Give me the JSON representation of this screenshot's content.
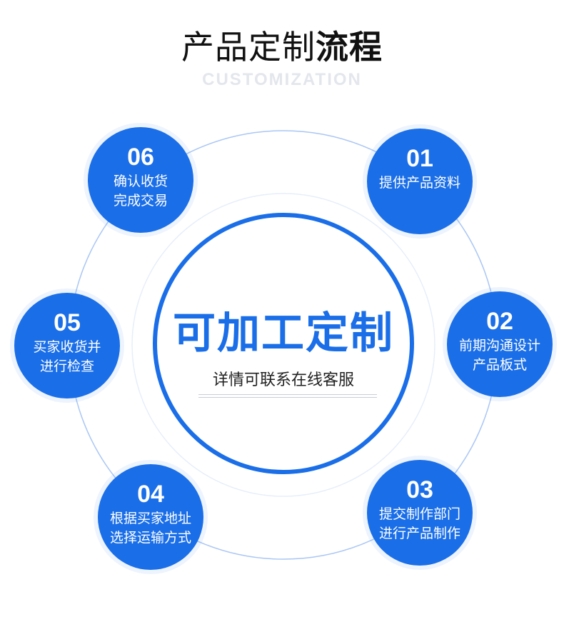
{
  "header": {
    "title_light": "产品定制",
    "title_bold": "流程",
    "subtitle": "CUSTOMIZATION"
  },
  "center": {
    "title": "可加工定制",
    "subtitle": "详情可联系在线客服"
  },
  "steps": [
    {
      "num": "01",
      "line1": "提供产品资料",
      "line2": ""
    },
    {
      "num": "02",
      "line1": "前期沟通设计",
      "line2": "产品板式"
    },
    {
      "num": "03",
      "line1": "提交制作部门",
      "line2": "进行产品制作"
    },
    {
      "num": "04",
      "line1": "根据买家地址",
      "line2": "选择运输方式"
    },
    {
      "num": "05",
      "line1": "买家收货并",
      "line2": "进行检查"
    },
    {
      "num": "06",
      "line1": "确认收货",
      "line2": "完成交易"
    }
  ],
  "colors": {
    "accent": "#1a6ee8",
    "ring": "#a9c6f5",
    "subtitle_gray": "#e3e6ec"
  }
}
